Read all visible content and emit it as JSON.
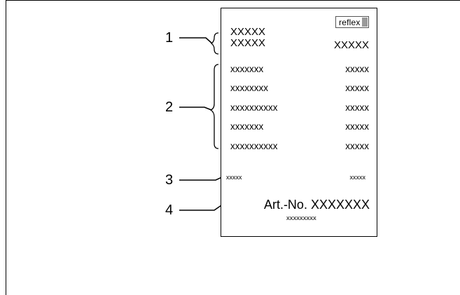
{
  "callouts": [
    "1",
    "2",
    "3",
    "4"
  ],
  "plate": {
    "logo": "reflex",
    "header_line1": "XXXXX",
    "header_line2_left": "XXXXX",
    "header_line2_right": "XXXXX",
    "rows": [
      {
        "left": "xxxxxxx",
        "right": "xxxxx"
      },
      {
        "left": "xxxxxxxx",
        "right": "xxxxx"
      },
      {
        "left": "xxxxxxxxxx",
        "right": "xxxxx"
      },
      {
        "left": "xxxxxxx",
        "right": "xxxxx"
      },
      {
        "left": "xxxxxxxxxx",
        "right": "xxxxx"
      }
    ],
    "small_left": "xxxxx",
    "small_right": "xxxxx",
    "art_no": "Art.-No. XXXXXXX",
    "art_sub": "xxxxxxxxx"
  }
}
